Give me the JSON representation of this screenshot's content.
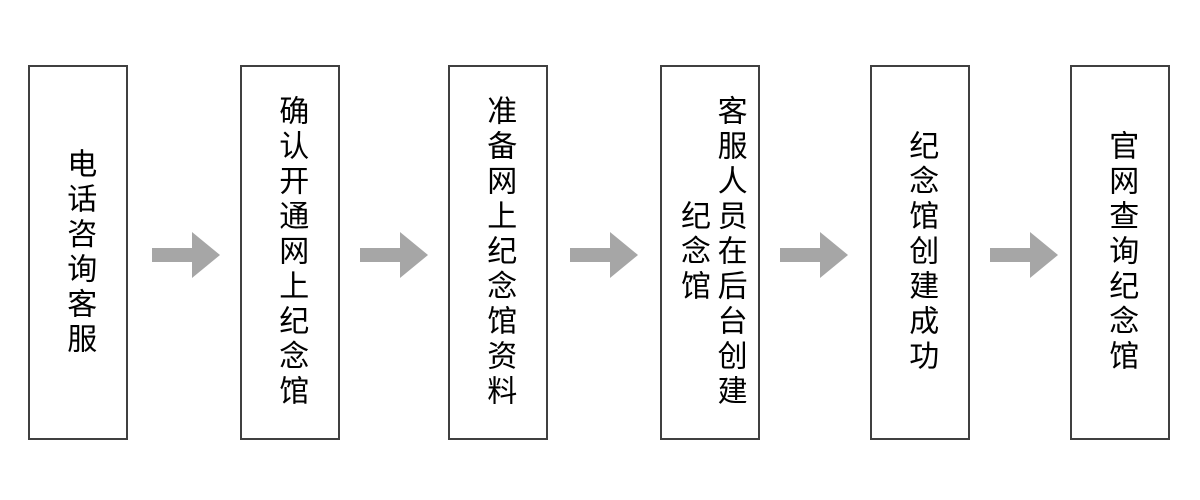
{
  "diagram": {
    "type": "horizontal-process-flow",
    "orientation": "left-to-right",
    "text_direction": "vertical-rl",
    "background_color": "#ffffff",
    "box_border_color": "#404040",
    "box_fill_color": "#ffffff",
    "text_color": "#000000",
    "arrow_color": "#a6a6a6",
    "step_count": 6,
    "arrow_count": 5,
    "steps": [
      {
        "index": 1,
        "label": "电话咨询客服"
      },
      {
        "index": 2,
        "label": "确认开通网上纪念馆"
      },
      {
        "index": 3,
        "label": "准备网上纪念馆资料"
      },
      {
        "index": 4,
        "label": "客服人员在后台创建纪念馆"
      },
      {
        "index": 5,
        "label": "纪念馆创建成功"
      },
      {
        "index": 6,
        "label": "官网查询纪念馆"
      }
    ],
    "connectors": [
      {
        "index": 1,
        "icon": "arrow-right-icon",
        "from": 1,
        "to": 2
      },
      {
        "index": 2,
        "icon": "arrow-right-icon",
        "from": 2,
        "to": 3
      },
      {
        "index": 3,
        "icon": "arrow-right-icon",
        "from": 3,
        "to": 4
      },
      {
        "index": 4,
        "icon": "arrow-right-icon",
        "from": 4,
        "to": 5
      },
      {
        "index": 5,
        "icon": "arrow-right-icon",
        "from": 5,
        "to": 6
      }
    ]
  }
}
